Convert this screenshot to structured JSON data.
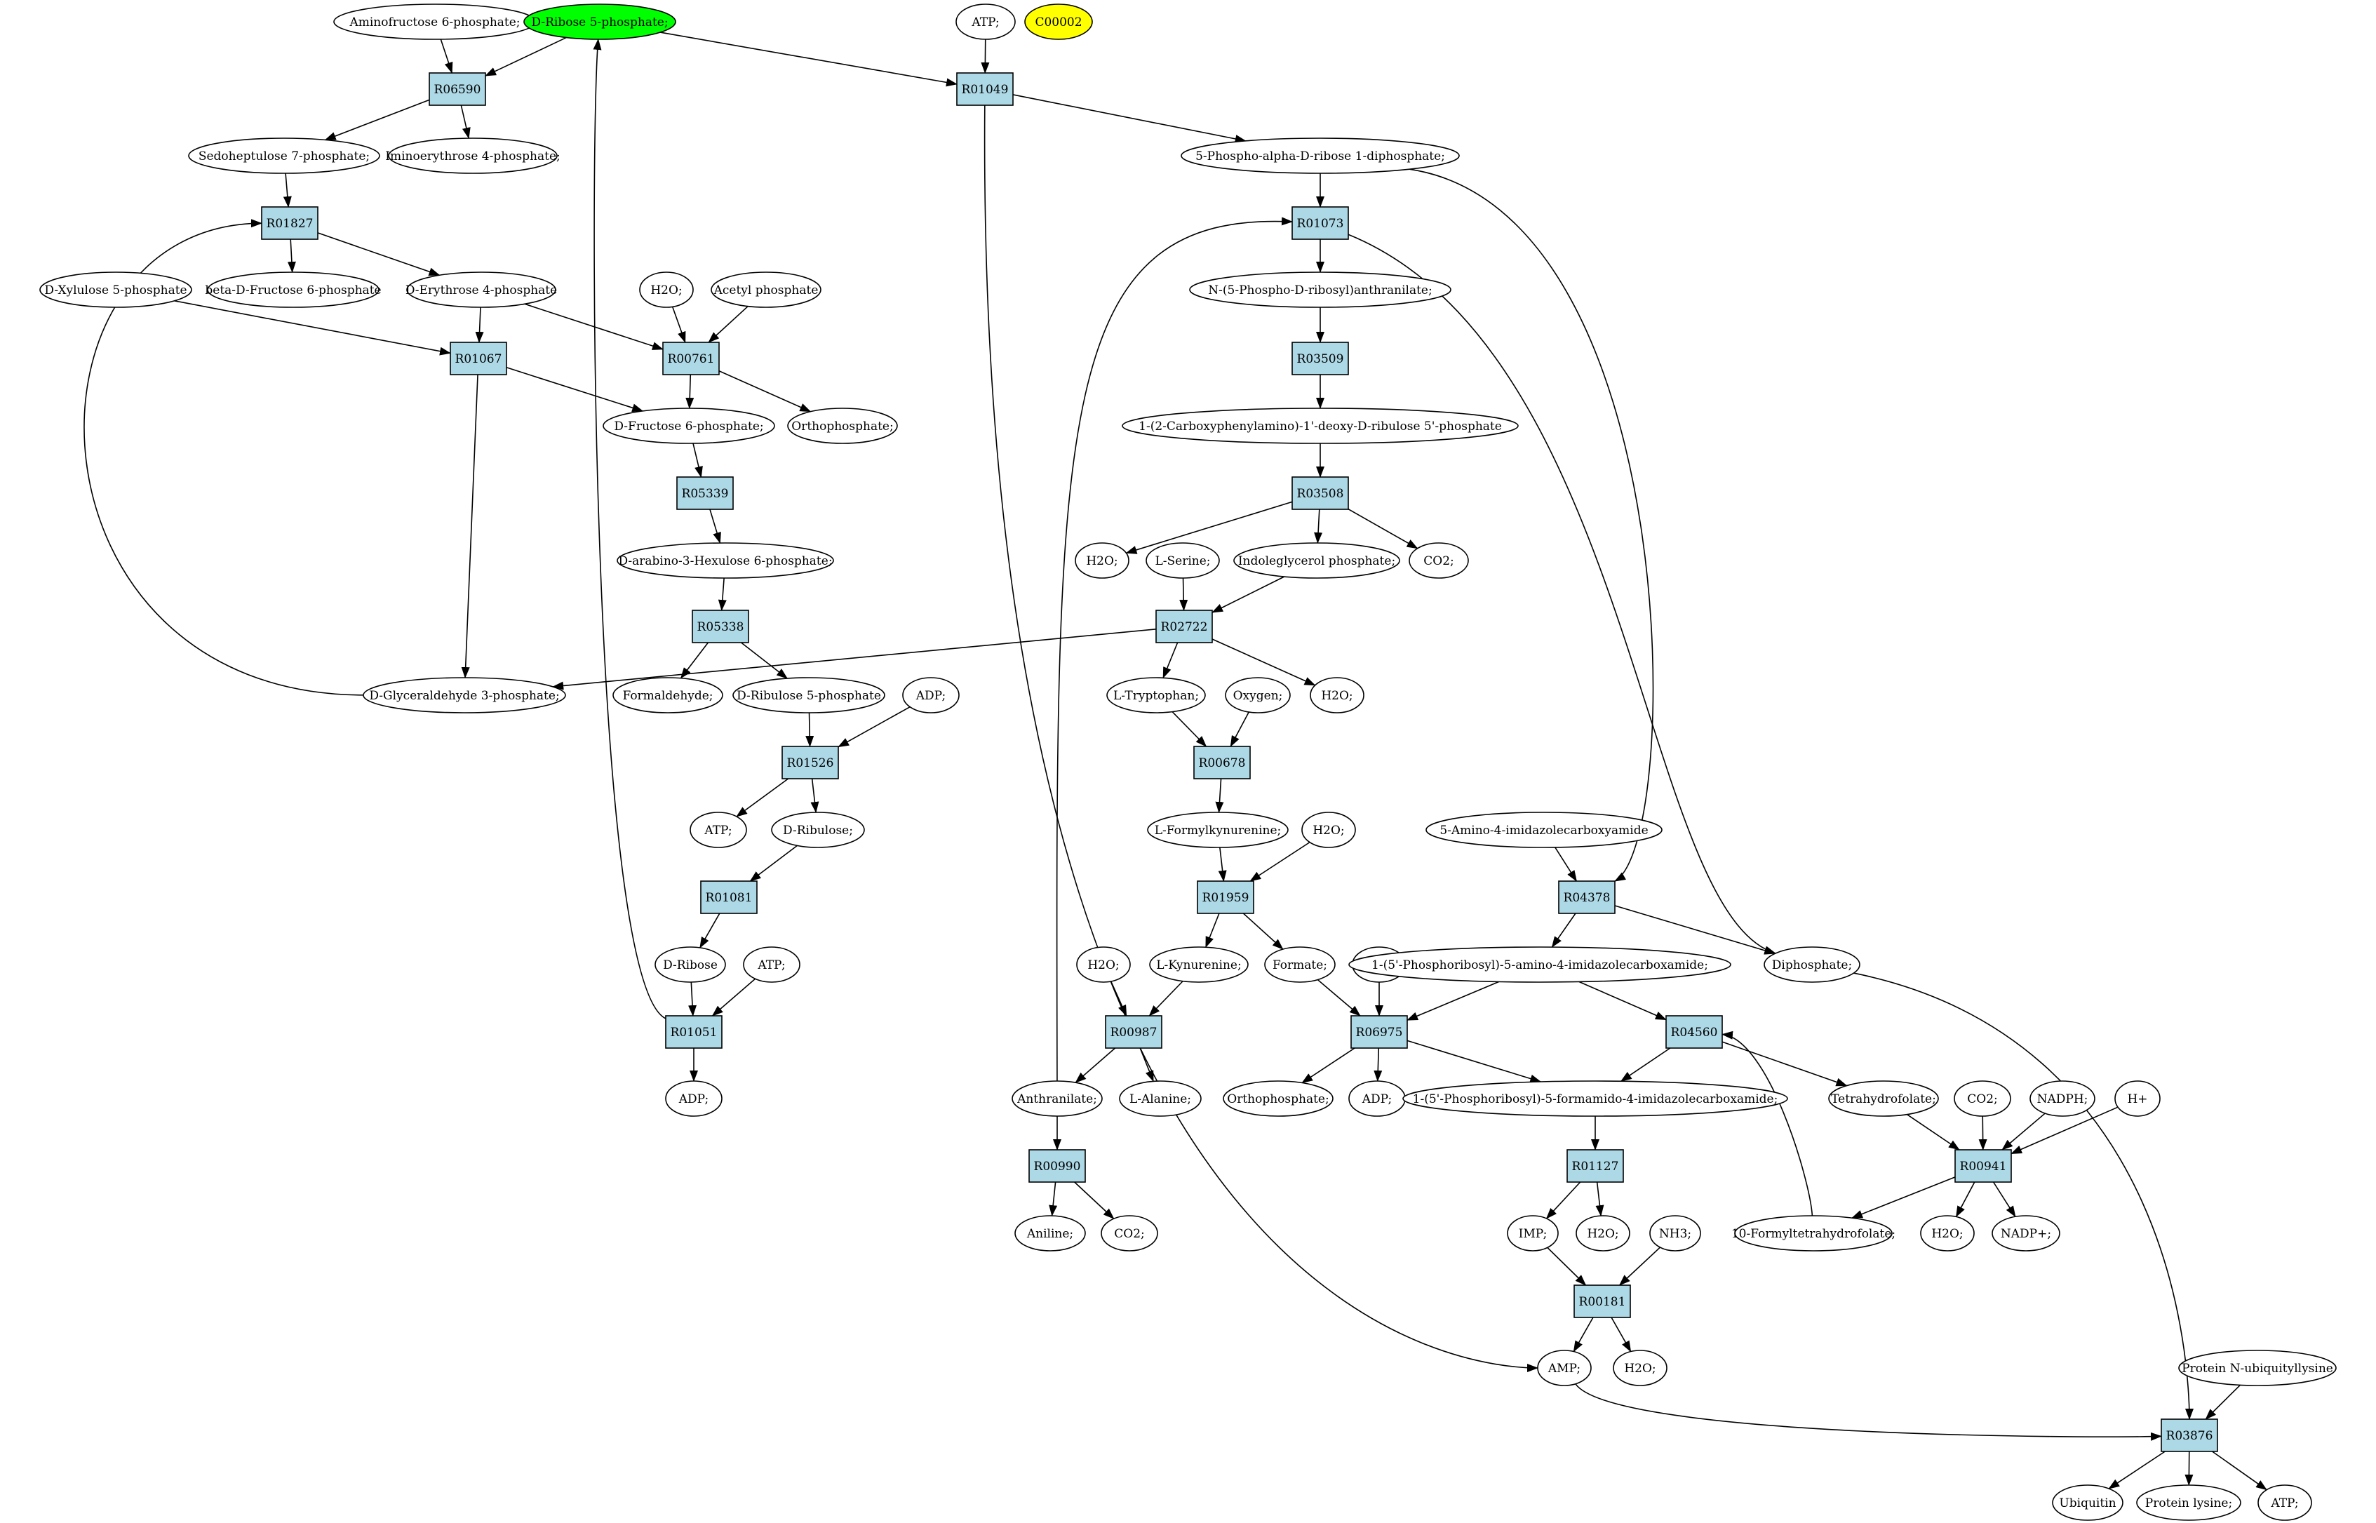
{
  "colors": {
    "reaction_fill": "#add8e6",
    "compound_fill": "#ffffff",
    "highlight_green": "#00ff00",
    "highlight_yellow": "#ffff00",
    "edge": "#000000"
  },
  "nodes": [
    {
      "id": "aminofructose",
      "kind": "compound",
      "label": "Aminofructose 6-phosphate;"
    },
    {
      "id": "dribose5p",
      "kind": "compound",
      "label": "D-Ribose 5-phosphate;",
      "fill": "highlight_green"
    },
    {
      "id": "atp_top",
      "kind": "compound",
      "label": "ATP;"
    },
    {
      "id": "c00002",
      "kind": "compound",
      "label": "C00002",
      "fill": "highlight_yellow"
    },
    {
      "id": "R06590",
      "kind": "reaction",
      "label": "R06590"
    },
    {
      "id": "R01049",
      "kind": "reaction",
      "label": "R01049"
    },
    {
      "id": "sedo7p",
      "kind": "compound",
      "label": "Sedoheptulose 7-phosphate;"
    },
    {
      "id": "imino4p",
      "kind": "compound",
      "label": "Iminoerythrose 4-phosphate;"
    },
    {
      "id": "prpp",
      "kind": "compound",
      "label": "5-Phospho-alpha-D-ribose 1-diphosphate;"
    },
    {
      "id": "R01827",
      "kind": "reaction",
      "label": "R01827"
    },
    {
      "id": "R01073",
      "kind": "reaction",
      "label": "R01073"
    },
    {
      "id": "dxylulose5p",
      "kind": "compound",
      "label": "D-Xylulose 5-phosphate"
    },
    {
      "id": "bdf6p",
      "kind": "compound",
      "label": "beta-D-Fructose 6-phosphate"
    },
    {
      "id": "dery4p",
      "kind": "compound",
      "label": "D-Erythrose 4-phosphate"
    },
    {
      "id": "h2o_a",
      "kind": "compound",
      "label": "H2O;"
    },
    {
      "id": "acetylp",
      "kind": "compound",
      "label": "Acetyl phosphate"
    },
    {
      "id": "n5pra",
      "kind": "compound",
      "label": "N-(5-Phospho-D-ribosyl)anthranilate;"
    },
    {
      "id": "R01067",
      "kind": "reaction",
      "label": "R01067"
    },
    {
      "id": "R00761",
      "kind": "reaction",
      "label": "R00761"
    },
    {
      "id": "R03509",
      "kind": "reaction",
      "label": "R03509"
    },
    {
      "id": "df6p",
      "kind": "compound",
      "label": "D-Fructose 6-phosphate;"
    },
    {
      "id": "ortho_a",
      "kind": "compound",
      "label": "Orthophosphate;"
    },
    {
      "id": "cdrp",
      "kind": "compound",
      "label": "1-(2-Carboxyphenylamino)-1'-deoxy-D-ribulose 5'-phosphate"
    },
    {
      "id": "R05339",
      "kind": "reaction",
      "label": "R05339"
    },
    {
      "id": "R03508",
      "kind": "reaction",
      "label": "R03508"
    },
    {
      "id": "darab",
      "kind": "compound",
      "label": "D-arabino-3-Hexulose 6-phosphate;"
    },
    {
      "id": "h2o_b",
      "kind": "compound",
      "label": "H2O;"
    },
    {
      "id": "lserine",
      "kind": "compound",
      "label": "L-Serine;"
    },
    {
      "id": "igp",
      "kind": "compound",
      "label": "Indoleglycerol phosphate;"
    },
    {
      "id": "co2_a",
      "kind": "compound",
      "label": "CO2;"
    },
    {
      "id": "R05338",
      "kind": "reaction",
      "label": "R05338"
    },
    {
      "id": "R02722",
      "kind": "reaction",
      "label": "R02722"
    },
    {
      "id": "g3p",
      "kind": "compound",
      "label": "D-Glyceraldehyde 3-phosphate;"
    },
    {
      "id": "formaldehyde",
      "kind": "compound",
      "label": "Formaldehyde;"
    },
    {
      "id": "dribulose5p",
      "kind": "compound",
      "label": "D-Ribulose 5-phosphate"
    },
    {
      "id": "adp_a",
      "kind": "compound",
      "label": "ADP;"
    },
    {
      "id": "ltrp",
      "kind": "compound",
      "label": "L-Tryptophan;"
    },
    {
      "id": "oxygen",
      "kind": "compound",
      "label": "Oxygen;"
    },
    {
      "id": "h2o_c",
      "kind": "compound",
      "label": "H2O;"
    },
    {
      "id": "R01526",
      "kind": "reaction",
      "label": "R01526"
    },
    {
      "id": "R00678",
      "kind": "reaction",
      "label": "R00678"
    },
    {
      "id": "atp_b",
      "kind": "compound",
      "label": "ATP;"
    },
    {
      "id": "dribulose",
      "kind": "compound",
      "label": "D-Ribulose;"
    },
    {
      "id": "lformylkyn",
      "kind": "compound",
      "label": "L-Formylkynurenine;"
    },
    {
      "id": "h2o_d",
      "kind": "compound",
      "label": "H2O;"
    },
    {
      "id": "aica",
      "kind": "compound",
      "label": "5-Amino-4-imidazolecarboxyamide"
    },
    {
      "id": "R01081",
      "kind": "reaction",
      "label": "R01081"
    },
    {
      "id": "R01959",
      "kind": "reaction",
      "label": "R01959"
    },
    {
      "id": "R04378",
      "kind": "reaction",
      "label": "R04378"
    },
    {
      "id": "dribose",
      "kind": "compound",
      "label": "D-Ribose"
    },
    {
      "id": "atp_c",
      "kind": "compound",
      "label": "ATP;"
    },
    {
      "id": "h2o_e",
      "kind": "compound",
      "label": "H2O;"
    },
    {
      "id": "lkyn",
      "kind": "compound",
      "label": "L-Kynurenine;"
    },
    {
      "id": "formate",
      "kind": "compound",
      "label": "Formate;"
    },
    {
      "id": "atp_d",
      "kind": "compound",
      "label": "ATP;"
    },
    {
      "id": "aicar",
      "kind": "compound",
      "label": "1-(5'-Phosphoribosyl)-5-amino-4-imidazolecarboxamide;"
    },
    {
      "id": "diphosphate",
      "kind": "compound",
      "label": "Diphosphate;"
    },
    {
      "id": "R01051",
      "kind": "reaction",
      "label": "R01051"
    },
    {
      "id": "R00987",
      "kind": "reaction",
      "label": "R00987"
    },
    {
      "id": "R06975",
      "kind": "reaction",
      "label": "R06975"
    },
    {
      "id": "R04560",
      "kind": "reaction",
      "label": "R04560"
    },
    {
      "id": "adp_b",
      "kind": "compound",
      "label": "ADP;"
    },
    {
      "id": "anthranilate",
      "kind": "compound",
      "label": "Anthranilate;"
    },
    {
      "id": "lalanine",
      "kind": "compound",
      "label": "L-Alanine;"
    },
    {
      "id": "ortho_b",
      "kind": "compound",
      "label": "Orthophosphate;"
    },
    {
      "id": "adp_c",
      "kind": "compound",
      "label": "ADP;"
    },
    {
      "id": "faicar",
      "kind": "compound",
      "label": "1-(5'-Phosphoribosyl)-5-formamido-4-imidazolecarboxamide;"
    },
    {
      "id": "thf",
      "kind": "compound",
      "label": "Tetrahydrofolate;"
    },
    {
      "id": "co2_b",
      "kind": "compound",
      "label": "CO2;"
    },
    {
      "id": "nadph",
      "kind": "compound",
      "label": "NADPH;"
    },
    {
      "id": "hplus",
      "kind": "compound",
      "label": "H+"
    },
    {
      "id": "R00990",
      "kind": "reaction",
      "label": "R00990"
    },
    {
      "id": "R01127",
      "kind": "reaction",
      "label": "R01127"
    },
    {
      "id": "R00941",
      "kind": "reaction",
      "label": "R00941"
    },
    {
      "id": "aniline",
      "kind": "compound",
      "label": "Aniline;"
    },
    {
      "id": "co2_c",
      "kind": "compound",
      "label": "CO2;"
    },
    {
      "id": "imp",
      "kind": "compound",
      "label": "IMP;"
    },
    {
      "id": "h2o_f",
      "kind": "compound",
      "label": "H2O;"
    },
    {
      "id": "nh3",
      "kind": "compound",
      "label": "NH3;"
    },
    {
      "id": "fthf",
      "kind": "compound",
      "label": "10-Formyltetrahydrofolate;"
    },
    {
      "id": "h2o_g",
      "kind": "compound",
      "label": "H2O;"
    },
    {
      "id": "nadp",
      "kind": "compound",
      "label": "NADP+;"
    },
    {
      "id": "R00181",
      "kind": "reaction",
      "label": "R00181"
    },
    {
      "id": "amp",
      "kind": "compound",
      "label": "AMP;"
    },
    {
      "id": "h2o_h",
      "kind": "compound",
      "label": "H2O;"
    },
    {
      "id": "protnub",
      "kind": "compound",
      "label": "Protein N-ubiquityllysine"
    },
    {
      "id": "R03876",
      "kind": "reaction",
      "label": "R03876"
    },
    {
      "id": "ubiquitin",
      "kind": "compound",
      "label": "Ubiquitin"
    },
    {
      "id": "protlys",
      "kind": "compound",
      "label": "Protein lysine;"
    },
    {
      "id": "atp_e",
      "kind": "compound",
      "label": "ATP;"
    }
  ],
  "edges": [
    {
      "from": "aminofructose",
      "to": "R06590"
    },
    {
      "from": "dribose5p",
      "to": "R06590"
    },
    {
      "from": "dribose5p",
      "to": "R01049"
    },
    {
      "from": "atp_top",
      "to": "R01049"
    },
    {
      "from": "R06590",
      "to": "sedo7p"
    },
    {
      "from": "R06590",
      "to": "imino4p"
    },
    {
      "from": "R01049",
      "to": "prpp"
    },
    {
      "from": "R01049",
      "to": "amp"
    },
    {
      "from": "sedo7p",
      "to": "R01827"
    },
    {
      "from": "R01827",
      "to": "bdf6p"
    },
    {
      "from": "R01827",
      "to": "dery4p"
    },
    {
      "from": "g3p",
      "to": "R01827"
    },
    {
      "from": "prpp",
      "to": "R01073"
    },
    {
      "from": "prpp",
      "to": "R04378"
    },
    {
      "from": "anthranilate",
      "to": "R01073"
    },
    {
      "from": "R01073",
      "to": "n5pra"
    },
    {
      "from": "R01073",
      "to": "diphosphate"
    },
    {
      "from": "dxylulose5p",
      "to": "R01067"
    },
    {
      "from": "dery4p",
      "to": "R01067"
    },
    {
      "from": "dery4p",
      "to": "R00761"
    },
    {
      "from": "h2o_a",
      "to": "R00761"
    },
    {
      "from": "acetylp",
      "to": "R00761"
    },
    {
      "from": "R01067",
      "to": "df6p"
    },
    {
      "from": "R01067",
      "to": "g3p"
    },
    {
      "from": "R00761",
      "to": "df6p"
    },
    {
      "from": "R00761",
      "to": "ortho_a"
    },
    {
      "from": "n5pra",
      "to": "R03509"
    },
    {
      "from": "R03509",
      "to": "cdrp"
    },
    {
      "from": "df6p",
      "to": "R05339"
    },
    {
      "from": "R05339",
      "to": "darab"
    },
    {
      "from": "cdrp",
      "to": "R03508"
    },
    {
      "from": "R03508",
      "to": "h2o_b"
    },
    {
      "from": "R03508",
      "to": "igp"
    },
    {
      "from": "R03508",
      "to": "co2_a"
    },
    {
      "from": "darab",
      "to": "R05338"
    },
    {
      "from": "R05338",
      "to": "formaldehyde"
    },
    {
      "from": "R05338",
      "to": "dribulose5p"
    },
    {
      "from": "lserine",
      "to": "R02722"
    },
    {
      "from": "igp",
      "to": "R02722"
    },
    {
      "from": "R02722",
      "to": "g3p"
    },
    {
      "from": "R02722",
      "to": "ltrp"
    },
    {
      "from": "R02722",
      "to": "h2o_c"
    },
    {
      "from": "dribulose5p",
      "to": "R01526"
    },
    {
      "from": "adp_a",
      "to": "R01526"
    },
    {
      "from": "R01526",
      "to": "atp_b"
    },
    {
      "from": "R01526",
      "to": "dribulose"
    },
    {
      "from": "ltrp",
      "to": "R00678"
    },
    {
      "from": "oxygen",
      "to": "R00678"
    },
    {
      "from": "R00678",
      "to": "lformylkyn"
    },
    {
      "from": "dribulose",
      "to": "R01081"
    },
    {
      "from": "R01081",
      "to": "dribose"
    },
    {
      "from": "lformylkyn",
      "to": "R01959"
    },
    {
      "from": "h2o_d",
      "to": "R01959"
    },
    {
      "from": "R01959",
      "to": "lkyn"
    },
    {
      "from": "R01959",
      "to": "formate"
    },
    {
      "from": "aica",
      "to": "R04378"
    },
    {
      "from": "R04378",
      "to": "aicar"
    },
    {
      "from": "R04378",
      "to": "diphosphate"
    },
    {
      "from": "dribose",
      "to": "R01051"
    },
    {
      "from": "atp_c",
      "to": "R01051"
    },
    {
      "from": "R01051",
      "to": "adp_b"
    },
    {
      "from": "R01051",
      "to": "dribose5p"
    },
    {
      "from": "h2o_e",
      "to": "R00987"
    },
    {
      "from": "lkyn",
      "to": "R00987"
    },
    {
      "from": "R00987",
      "to": "anthranilate"
    },
    {
      "from": "R00987",
      "to": "lalanine"
    },
    {
      "from": "formate",
      "to": "R06975"
    },
    {
      "from": "atp_d",
      "to": "R06975"
    },
    {
      "from": "aicar",
      "to": "R06975"
    },
    {
      "from": "aicar",
      "to": "R04560"
    },
    {
      "from": "R06975",
      "to": "ortho_b"
    },
    {
      "from": "R06975",
      "to": "adp_c"
    },
    {
      "from": "R06975",
      "to": "faicar"
    },
    {
      "from": "R04560",
      "to": "faicar"
    },
    {
      "from": "R04560",
      "to": "thf"
    },
    {
      "from": "fthf",
      "to": "R04560"
    },
    {
      "from": "anthranilate",
      "to": "R00990"
    },
    {
      "from": "R00990",
      "to": "aniline"
    },
    {
      "from": "R00990",
      "to": "co2_c"
    },
    {
      "from": "faicar",
      "to": "R01127"
    },
    {
      "from": "R01127",
      "to": "imp"
    },
    {
      "from": "R01127",
      "to": "h2o_f"
    },
    {
      "from": "thf",
      "to": "R00941"
    },
    {
      "from": "co2_b",
      "to": "R00941"
    },
    {
      "from": "nadph",
      "to": "R00941"
    },
    {
      "from": "hplus",
      "to": "R00941"
    },
    {
      "from": "R00941",
      "to": "fthf"
    },
    {
      "from": "R00941",
      "to": "h2o_g"
    },
    {
      "from": "R00941",
      "to": "nadp"
    },
    {
      "from": "imp",
      "to": "R00181"
    },
    {
      "from": "nh3",
      "to": "R00181"
    },
    {
      "from": "R00181",
      "to": "amp"
    },
    {
      "from": "R00181",
      "to": "h2o_h"
    },
    {
      "from": "amp",
      "to": "R03876"
    },
    {
      "from": "diphosphate",
      "to": "R03876"
    },
    {
      "from": "protnub",
      "to": "R03876"
    },
    {
      "from": "R03876",
      "to": "ubiquitin"
    },
    {
      "from": "R03876",
      "to": "protlys"
    },
    {
      "from": "R03876",
      "to": "atp_e"
    }
  ]
}
